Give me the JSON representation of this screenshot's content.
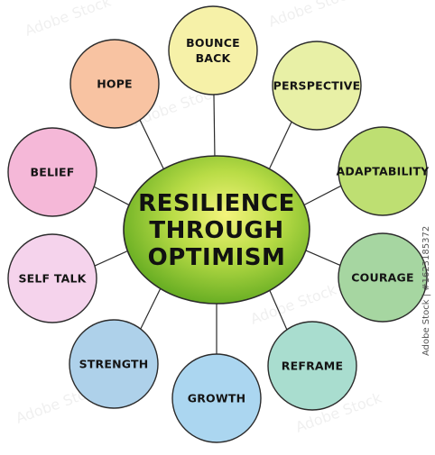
{
  "center": {
    "lines": [
      "RESILIENCE",
      "THROUGH",
      "OPTIMISM"
    ]
  },
  "nodes": [
    {
      "lines": [
        "BOUNCE",
        "BACK"
      ],
      "fill": "#f6f1a8"
    },
    {
      "lines": [
        "PERSPECTIVE"
      ],
      "fill": "#e8f0a6"
    },
    {
      "lines": [
        "ADAPTABILITY"
      ],
      "fill": "#bedf72"
    },
    {
      "lines": [
        "COURAGE"
      ],
      "fill": "#a6d6a1"
    },
    {
      "lines": [
        "REFRAME"
      ],
      "fill": "#a9ddcf"
    },
    {
      "lines": [
        "GROWTH"
      ],
      "fill": "#abd6f0"
    },
    {
      "lines": [
        "STRENGTH"
      ],
      "fill": "#aed1ea"
    },
    {
      "lines": [
        "SELF TALK"
      ],
      "fill": "#f5d3ec"
    },
    {
      "lines": [
        "BELIEF"
      ],
      "fill": "#f5b8d8"
    },
    {
      "lines": [
        "HOPE"
      ],
      "fill": "#f8c3a2"
    }
  ],
  "stock_id": "Adobe Stock | #1623185372",
  "watermark_text": "Adobe Stock",
  "colors": {
    "center_inner": "#f4f47c",
    "center_outer": "#5ca71e",
    "stroke": "#2b2b2b"
  }
}
